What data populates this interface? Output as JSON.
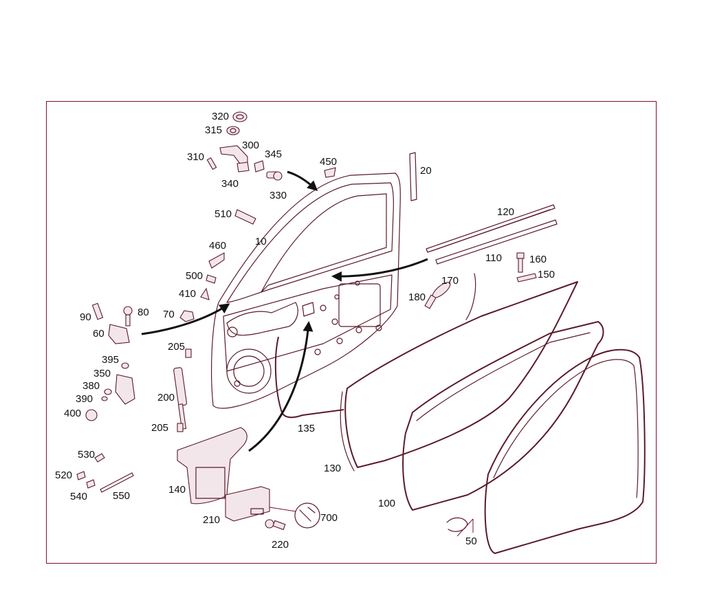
{
  "labels": {
    "p10": "10",
    "p20": "20",
    "p50": "50",
    "p60": "60",
    "p70": "70",
    "p80": "80",
    "p90": "90",
    "p100": "100",
    "p110": "110",
    "p120": "120",
    "p130": "130",
    "p135": "135",
    "p140": "140",
    "p150": "150",
    "p160": "160",
    "p170": "170",
    "p180": "180",
    "p200": "200",
    "p205a": "205",
    "p205b": "205",
    "p210": "210",
    "p220": "220",
    "p300": "300",
    "p310": "310",
    "p315": "315",
    "p320": "320",
    "p330": "330",
    "p340": "340",
    "p345": "345",
    "p350": "350",
    "p380": "380",
    "p390": "390",
    "p395": "395",
    "p400": "400",
    "p410": "410",
    "p450": "450",
    "p460": "460",
    "p500": "500",
    "p510": "510",
    "p520": "520",
    "p530": "530",
    "p540": "540",
    "p550": "550",
    "p700": "700"
  },
  "colors": {
    "frame": "#7a1030",
    "line": "#5a1a2a",
    "arrow": "#111111"
  }
}
